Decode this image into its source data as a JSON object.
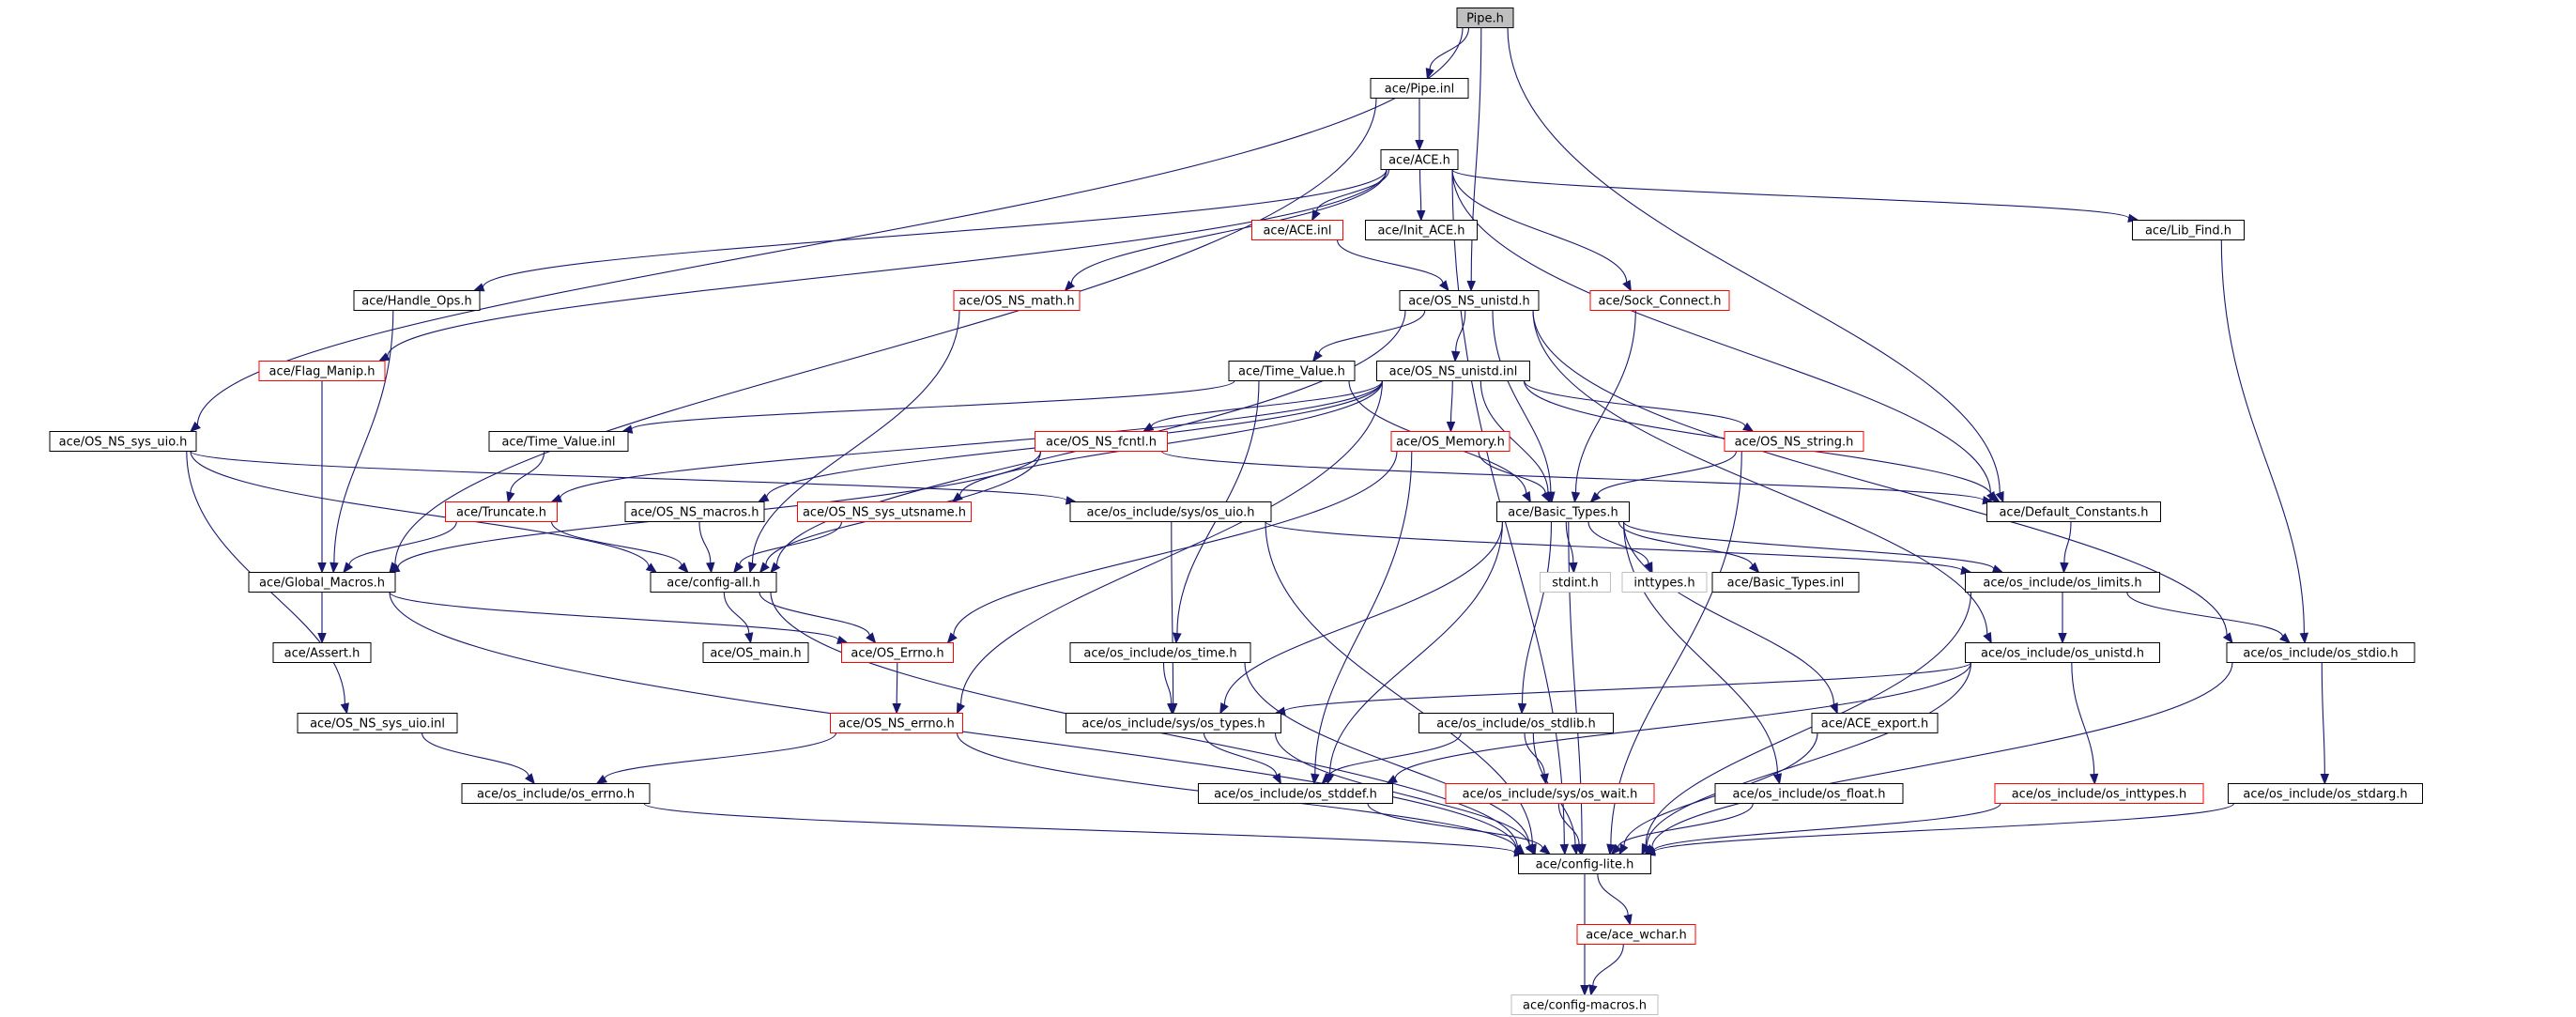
{
  "nodes": [
    {
      "id": "pipe_h",
      "label": "Pipe.h",
      "style": "root"
    },
    {
      "id": "pipe_inl",
      "label": "ace/Pipe.inl",
      "style": "normal"
    },
    {
      "id": "ace_h",
      "label": "ace/ACE.h",
      "style": "normal"
    },
    {
      "id": "ace_inl",
      "label": "ace/ACE.inl",
      "style": "red"
    },
    {
      "id": "init_ace",
      "label": "ace/Init_ACE.h",
      "style": "normal"
    },
    {
      "id": "lib_find",
      "label": "ace/Lib_Find.h",
      "style": "normal"
    },
    {
      "id": "handle_ops",
      "label": "ace/Handle_Ops.h",
      "style": "normal"
    },
    {
      "id": "os_ns_math",
      "label": "ace/OS_NS_math.h",
      "style": "red"
    },
    {
      "id": "os_ns_unistd_h",
      "label": "ace/OS_NS_unistd.h",
      "style": "normal"
    },
    {
      "id": "sock_connect",
      "label": "ace/Sock_Connect.h",
      "style": "red"
    },
    {
      "id": "flag_manip",
      "label": "ace/Flag_Manip.h",
      "style": "red"
    },
    {
      "id": "time_value_h",
      "label": "ace/Time_Value.h",
      "style": "normal"
    },
    {
      "id": "os_ns_unistd_inl",
      "label": "ace/OS_NS_unistd.inl",
      "style": "normal"
    },
    {
      "id": "os_ns_sys_uio_h",
      "label": "ace/OS_NS_sys_uio.h",
      "style": "normal"
    },
    {
      "id": "time_value_inl",
      "label": "ace/Time_Value.inl",
      "style": "normal"
    },
    {
      "id": "os_ns_fcntl",
      "label": "ace/OS_NS_fcntl.h",
      "style": "red"
    },
    {
      "id": "os_memory",
      "label": "ace/OS_Memory.h",
      "style": "red"
    },
    {
      "id": "os_ns_string",
      "label": "ace/OS_NS_string.h",
      "style": "red"
    },
    {
      "id": "truncate",
      "label": "ace/Truncate.h",
      "style": "red"
    },
    {
      "id": "os_ns_macros",
      "label": "ace/OS_NS_macros.h",
      "style": "normal"
    },
    {
      "id": "os_ns_sys_utsname",
      "label": "ace/OS_NS_sys_utsname.h",
      "style": "red"
    },
    {
      "id": "sys_os_uio",
      "label": "ace/os_include/sys/os_uio.h",
      "style": "normal"
    },
    {
      "id": "basic_types_h",
      "label": "ace/Basic_Types.h",
      "style": "normal"
    },
    {
      "id": "default_constants",
      "label": "ace/Default_Constants.h",
      "style": "normal"
    },
    {
      "id": "global_macros",
      "label": "ace/Global_Macros.h",
      "style": "normal"
    },
    {
      "id": "config_all",
      "label": "ace/config-all.h",
      "style": "normal"
    },
    {
      "id": "stdint",
      "label": "stdint.h",
      "style": "gray"
    },
    {
      "id": "inttypes",
      "label": "inttypes.h",
      "style": "gray"
    },
    {
      "id": "basic_types_inl",
      "label": "ace/Basic_Types.inl",
      "style": "normal"
    },
    {
      "id": "os_limits",
      "label": "ace/os_include/os_limits.h",
      "style": "normal"
    },
    {
      "id": "assert_h",
      "label": "ace/Assert.h",
      "style": "normal"
    },
    {
      "id": "os_main",
      "label": "ace/OS_main.h",
      "style": "normal"
    },
    {
      "id": "os_errno",
      "label": "ace/OS_Errno.h",
      "style": "red"
    },
    {
      "id": "os_time",
      "label": "ace/os_include/os_time.h",
      "style": "normal"
    },
    {
      "id": "os_unistd",
      "label": "ace/os_include/os_unistd.h",
      "style": "normal"
    },
    {
      "id": "os_stdio",
      "label": "ace/os_include/os_stdio.h",
      "style": "normal"
    },
    {
      "id": "os_ns_sys_uio_inl",
      "label": "ace/OS_NS_sys_uio.inl",
      "style": "normal"
    },
    {
      "id": "os_ns_errno",
      "label": "ace/OS_NS_errno.h",
      "style": "red"
    },
    {
      "id": "sys_os_types",
      "label": "ace/os_include/sys/os_types.h",
      "style": "normal"
    },
    {
      "id": "os_stdlib",
      "label": "ace/os_include/os_stdlib.h",
      "style": "normal"
    },
    {
      "id": "ace_export",
      "label": "ace/ACE_export.h",
      "style": "normal"
    },
    {
      "id": "os_errno_inc",
      "label": "ace/os_include/os_errno.h",
      "style": "normal"
    },
    {
      "id": "os_stddef",
      "label": "ace/os_include/os_stddef.h",
      "style": "normal"
    },
    {
      "id": "sys_os_wait",
      "label": "ace/os_include/sys/os_wait.h",
      "style": "red"
    },
    {
      "id": "os_float",
      "label": "ace/os_include/os_float.h",
      "style": "normal"
    },
    {
      "id": "os_inttypes",
      "label": "ace/os_include/os_inttypes.h",
      "style": "red"
    },
    {
      "id": "os_stdarg",
      "label": "ace/os_include/os_stdarg.h",
      "style": "normal"
    },
    {
      "id": "config_lite",
      "label": "ace/config-lite.h",
      "style": "normal"
    },
    {
      "id": "ace_wchar",
      "label": "ace/ace_wchar.h",
      "style": "red"
    },
    {
      "id": "config_macros",
      "label": "ace/config-macros.h",
      "style": "gray"
    }
  ],
  "edges": [
    [
      "pipe_h",
      "pipe_inl"
    ],
    [
      "pipe_h",
      "os_ns_sys_uio_h"
    ],
    [
      "pipe_h",
      "os_ns_unistd_h"
    ],
    [
      "pipe_h",
      "default_constants"
    ],
    [
      "pipe_inl",
      "ace_h"
    ],
    [
      "pipe_inl",
      "global_macros"
    ],
    [
      "ace_h",
      "ace_inl"
    ],
    [
      "ace_h",
      "init_ace"
    ],
    [
      "ace_h",
      "lib_find"
    ],
    [
      "ace_h",
      "handle_ops"
    ],
    [
      "ace_h",
      "os_ns_math"
    ],
    [
      "ace_h",
      "sock_connect"
    ],
    [
      "ace_h",
      "flag_manip"
    ],
    [
      "ace_h",
      "default_constants"
    ],
    [
      "ace_h",
      "config_lite"
    ],
    [
      "ace_inl",
      "os_ns_unistd_h"
    ],
    [
      "lib_find",
      "os_stdio"
    ],
    [
      "handle_ops",
      "global_macros"
    ],
    [
      "os_ns_math",
      "config_all"
    ],
    [
      "os_ns_unistd_h",
      "time_value_h"
    ],
    [
      "os_ns_unistd_h",
      "os_ns_unistd_inl"
    ],
    [
      "os_ns_unistd_h",
      "basic_types_h"
    ],
    [
      "os_ns_unistd_h",
      "config_all"
    ],
    [
      "os_ns_unistd_h",
      "os_unistd"
    ],
    [
      "os_ns_unistd_h",
      "os_stdio"
    ],
    [
      "sock_connect",
      "basic_types_h"
    ],
    [
      "flag_manip",
      "global_macros"
    ],
    [
      "time_value_h",
      "time_value_inl"
    ],
    [
      "time_value_h",
      "basic_types_h"
    ],
    [
      "time_value_h",
      "os_time"
    ],
    [
      "os_ns_unistd_inl",
      "os_ns_fcntl"
    ],
    [
      "os_ns_unistd_inl",
      "os_memory"
    ],
    [
      "os_ns_unistd_inl",
      "os_ns_string"
    ],
    [
      "os_ns_unistd_inl",
      "truncate"
    ],
    [
      "os_ns_unistd_inl",
      "os_ns_macros"
    ],
    [
      "os_ns_unistd_inl",
      "os_ns_sys_utsname"
    ],
    [
      "os_ns_unistd_inl",
      "default_constants"
    ],
    [
      "os_ns_unistd_inl",
      "os_ns_errno"
    ],
    [
      "os_ns_unistd_inl",
      "basic_types_h"
    ],
    [
      "os_ns_sys_uio_h",
      "sys_os_uio"
    ],
    [
      "os_ns_sys_uio_h",
      "os_ns_sys_uio_inl"
    ],
    [
      "os_ns_sys_uio_h",
      "config_all"
    ],
    [
      "time_value_inl",
      "truncate"
    ],
    [
      "os_ns_fcntl",
      "config_all"
    ],
    [
      "os_ns_fcntl",
      "global_macros"
    ],
    [
      "os_ns_fcntl",
      "default_constants"
    ],
    [
      "os_memory",
      "basic_types_h"
    ],
    [
      "os_memory",
      "os_errno"
    ],
    [
      "os_memory",
      "os_stddef"
    ],
    [
      "os_ns_string",
      "basic_types_h"
    ],
    [
      "os_ns_string",
      "config_lite"
    ],
    [
      "truncate",
      "global_macros"
    ],
    [
      "truncate",
      "config_all"
    ],
    [
      "os_ns_macros",
      "config_all"
    ],
    [
      "os_ns_sys_utsname",
      "config_all"
    ],
    [
      "sys_os_uio",
      "os_limits"
    ],
    [
      "sys_os_uio",
      "sys_os_types"
    ],
    [
      "sys_os_uio",
      "config_lite"
    ],
    [
      "basic_types_h",
      "stdint"
    ],
    [
      "basic_types_h",
      "inttypes"
    ],
    [
      "basic_types_h",
      "basic_types_inl"
    ],
    [
      "basic_types_h",
      "os_limits"
    ],
    [
      "basic_types_h",
      "ace_export"
    ],
    [
      "basic_types_h",
      "os_stdlib"
    ],
    [
      "basic_types_h",
      "os_float"
    ],
    [
      "basic_types_h",
      "sys_os_types"
    ],
    [
      "basic_types_h",
      "os_stddef"
    ],
    [
      "basic_types_h",
      "config_lite"
    ],
    [
      "default_constants",
      "os_limits"
    ],
    [
      "global_macros",
      "assert_h"
    ],
    [
      "global_macros",
      "os_errno"
    ],
    [
      "global_macros",
      "config_lite"
    ],
    [
      "config_all",
      "os_main"
    ],
    [
      "config_all",
      "os_errno"
    ],
    [
      "config_all",
      "config_lite"
    ],
    [
      "os_limits",
      "os_unistd"
    ],
    [
      "os_limits",
      "os_stdio"
    ],
    [
      "os_limits",
      "config_lite"
    ],
    [
      "os_errno",
      "os_ns_errno"
    ],
    [
      "os_time",
      "sys_os_types"
    ],
    [
      "os_time",
      "config_lite"
    ],
    [
      "os_unistd",
      "os_inttypes"
    ],
    [
      "os_unistd",
      "sys_os_types"
    ],
    [
      "os_unistd",
      "os_stddef"
    ],
    [
      "os_unistd",
      "config_lite"
    ],
    [
      "os_stdio",
      "os_stdarg"
    ],
    [
      "os_stdio",
      "config_lite"
    ],
    [
      "os_ns_sys_uio_inl",
      "os_errno_inc"
    ],
    [
      "os_ns_errno",
      "os_errno_inc"
    ],
    [
      "os_ns_errno",
      "config_lite"
    ],
    [
      "sys_os_types",
      "os_stddef"
    ],
    [
      "sys_os_types",
      "config_lite"
    ],
    [
      "os_stdlib",
      "sys_os_wait"
    ],
    [
      "os_stdlib",
      "os_stddef"
    ],
    [
      "os_stdlib",
      "config_lite"
    ],
    [
      "ace_export",
      "config_lite"
    ],
    [
      "os_errno_inc",
      "config_lite"
    ],
    [
      "os_stddef",
      "config_lite"
    ],
    [
      "sys_os_wait",
      "config_lite"
    ],
    [
      "os_float",
      "config_lite"
    ],
    [
      "os_inttypes",
      "config_lite"
    ],
    [
      "os_stdarg",
      "config_lite"
    ],
    [
      "config_lite",
      "ace_wchar"
    ],
    [
      "config_lite",
      "config_macros"
    ],
    [
      "ace_wchar",
      "config_macros"
    ]
  ],
  "colors": {
    "edge": "#191970",
    "root_fill": "#bfbfbf",
    "node_border": "#000000",
    "red_border": "#ff0000",
    "gray_border": "#bfbfbf"
  }
}
